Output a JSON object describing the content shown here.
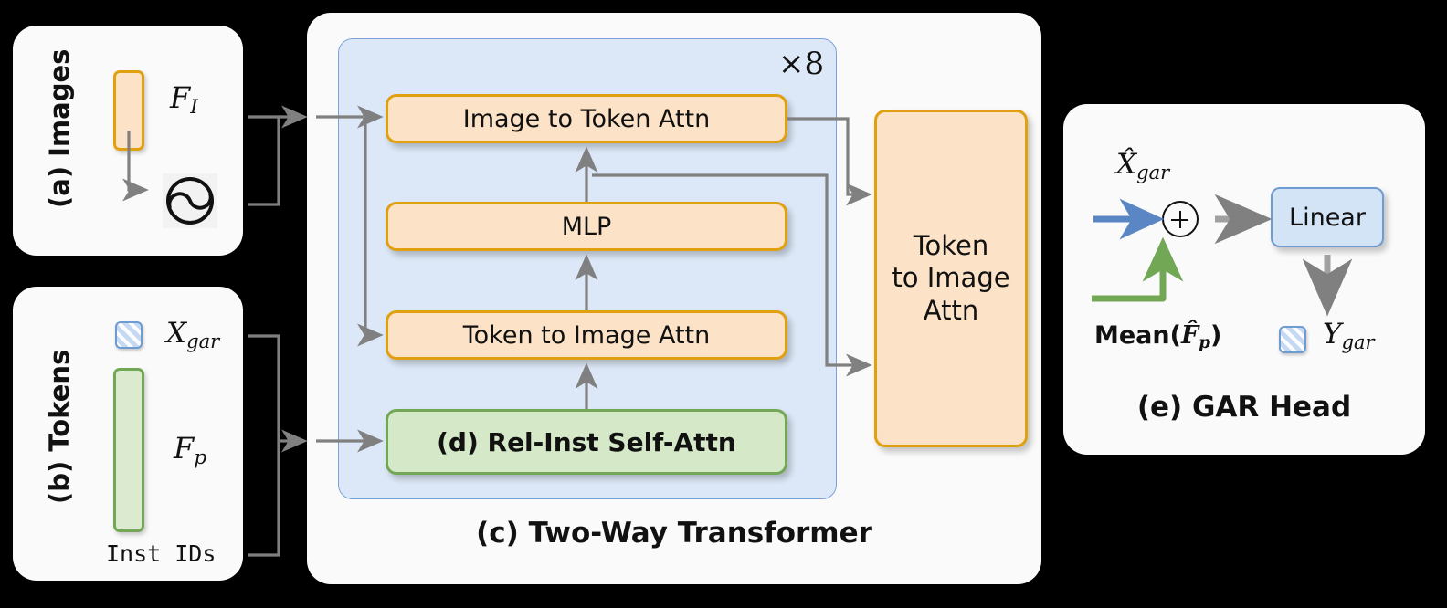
{
  "figure": {
    "background_color": "#000000",
    "panel_color": "#FAFAFA"
  },
  "colors": {
    "orange_fill": "#FCE3C8",
    "orange_border": "#E0A010",
    "green_fill": "#D5E8C8",
    "green_border": "#72A756",
    "blue_fill": "#DCE8F7",
    "blue_border": "#7BA2D6",
    "linear_fill": "#D4E4F7",
    "arrow_gray": "#808080",
    "arrow_blue": "#5B86C4",
    "arrow_green": "#72A756"
  },
  "panel_a": {
    "label": "(a) Images",
    "feature_label_main": "F",
    "feature_label_sub": "I",
    "icon": "image-encoder-icon"
  },
  "panel_b": {
    "label": "(b) Tokens",
    "token_label_main": "X",
    "token_label_sub": "gar",
    "feature_label_main": "F",
    "feature_label_sub": "p",
    "inst_ids_label": "Inst IDs"
  },
  "panel_c": {
    "caption": "(c) Two-Way Transformer",
    "repeat_label": "×8",
    "boxes": [
      {
        "name": "image-to-token-attn",
        "label": "Image to Token Attn",
        "style": "orange"
      },
      {
        "name": "mlp",
        "label": "MLP",
        "style": "orange"
      },
      {
        "name": "token-to-image-attn",
        "label": "Token to Image Attn",
        "style": "orange"
      },
      {
        "name": "rel-inst-self-attn",
        "label": "(d) Rel-Inst Self-Attn",
        "style": "green"
      }
    ],
    "output_box": {
      "name": "token-to-image-attn-output",
      "lines": [
        "Token",
        "to Image",
        "Attn"
      ],
      "style": "orange"
    }
  },
  "panel_e": {
    "caption": "(e) GAR Head",
    "input_top_main": "X̂",
    "input_top_sub": "gar",
    "input_bottom_prefix": "Mean(",
    "input_bottom_main": "F̂",
    "input_bottom_sub": "p",
    "input_bottom_suffix": ")",
    "sum_symbol": "⊕",
    "linear_label": "Linear",
    "output_main": "Y",
    "output_sub": "gar"
  }
}
